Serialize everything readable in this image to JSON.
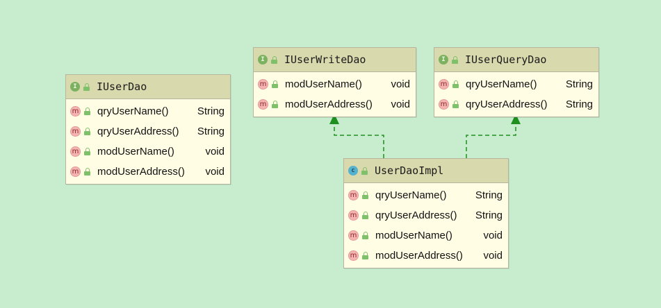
{
  "diagram": {
    "background": "#c8ecce",
    "colors": {
      "header": "#d9d9ae",
      "body": "#fffde4",
      "border": "#b5b59e",
      "interface_badge": "#7bb15f",
      "class_badge": "#55b2cf",
      "method_icon": "#f4b4b2",
      "lock": "#7fc06a",
      "arrow": "#1f8f1f"
    },
    "boxes": {
      "iuserdao": {
        "kind": "interface",
        "badge": "I",
        "name": "IUserDao",
        "members": [
          {
            "icon": "m",
            "name": "qryUserName()",
            "type": "String"
          },
          {
            "icon": "m",
            "name": "qryUserAddress()",
            "type": "String"
          },
          {
            "icon": "m",
            "name": "modUserName()",
            "type": "void"
          },
          {
            "icon": "m",
            "name": "modUserAddress()",
            "type": "void"
          }
        ]
      },
      "iuserwritedao": {
        "kind": "interface",
        "badge": "I",
        "name": "IUserWriteDao",
        "members": [
          {
            "icon": "m",
            "name": "modUserName()",
            "type": "void"
          },
          {
            "icon": "m",
            "name": "modUserAddress()",
            "type": "void"
          }
        ]
      },
      "iuserquerydao": {
        "kind": "interface",
        "badge": "I",
        "name": "IUserQueryDao",
        "members": [
          {
            "icon": "m",
            "name": "qryUserName()",
            "type": "String"
          },
          {
            "icon": "m",
            "name": "qryUserAddress()",
            "type": "String"
          }
        ]
      },
      "userdaoimpl": {
        "kind": "class",
        "badge": "c",
        "name": "UserDaoImpl",
        "members": [
          {
            "icon": "m",
            "name": "qryUserName()",
            "type": "String"
          },
          {
            "icon": "m",
            "name": "qryUserAddress()",
            "type": "String"
          },
          {
            "icon": "m",
            "name": "modUserName()",
            "type": "void"
          },
          {
            "icon": "m",
            "name": "modUserAddress()",
            "type": "void"
          }
        ]
      }
    },
    "relations": [
      {
        "from": "userdaoimpl",
        "to": "iuserwritedao",
        "type": "realization"
      },
      {
        "from": "userdaoimpl",
        "to": "iuserquerydao",
        "type": "realization"
      }
    ]
  }
}
